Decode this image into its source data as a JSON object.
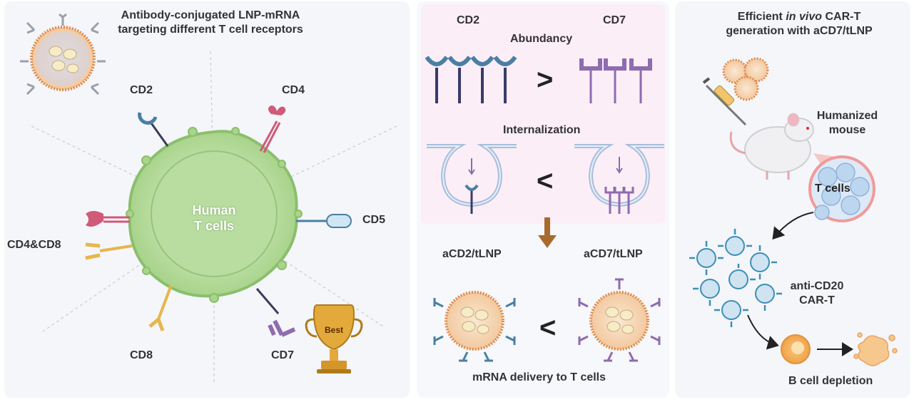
{
  "panel1": {
    "title_line1": "Antibody-conjugated LNP-mRNA",
    "title_line2": "targeting different T cell receptors",
    "cell_label_line1": "Human",
    "cell_label_line2": "T cells",
    "receptors": {
      "cd2": "CD2",
      "cd4": "CD4",
      "cd5": "CD5",
      "cd4cd8": "CD4&CD8",
      "cd8": "CD8",
      "cd7": "CD7"
    },
    "trophy_text": "Best"
  },
  "panel2": {
    "cd2": "CD2",
    "cd7": "CD7",
    "abundancy": "Abundancy",
    "greater": ">",
    "internalization": "Internalization",
    "less1": "<",
    "acd2": "aCD2/tLNP",
    "acd7": "aCD7/tLNP",
    "less2": "<",
    "delivery": "mRNA delivery to T cells"
  },
  "panel3": {
    "title_pre": "Efficient ",
    "title_italic": "in vivo",
    "title_post": " CAR-T",
    "title_line2": "generation with aCD7/tLNP",
    "mouse_line1": "Humanized",
    "mouse_line2": "mouse",
    "tcells": "T cells",
    "cart_line1": "anti-CD20",
    "cart_line2": "CAR-T",
    "depletion": "B cell depletion"
  },
  "colors": {
    "cd2": "#4a7fa3",
    "cd7": "#8f6bb0",
    "cd4": "#d05a78",
    "cd8": "#e7b64a",
    "cd5": "#4a7fa3",
    "cell": "#c8e6b2",
    "lnp": "#e39a52",
    "arrow": "#a86a2e"
  }
}
